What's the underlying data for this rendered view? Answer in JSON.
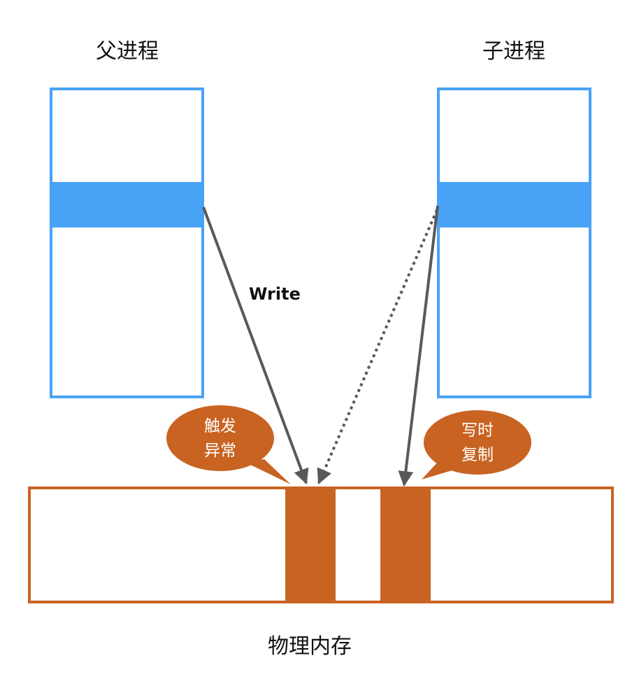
{
  "titles": {
    "parent_process": "父进程",
    "child_process": "子进程",
    "physical_memory": "物理内存"
  },
  "labels": {
    "write": "Write"
  },
  "bubbles": {
    "trigger_exception": [
      "触发",
      "异常"
    ],
    "copy_on_write": [
      "写时",
      "复制"
    ]
  },
  "colors": {
    "process_blue": "#48a2f5",
    "memory_orange": "#c96322",
    "arrow_gray": "#595959",
    "text": "#111111",
    "background": "#ffffff"
  }
}
